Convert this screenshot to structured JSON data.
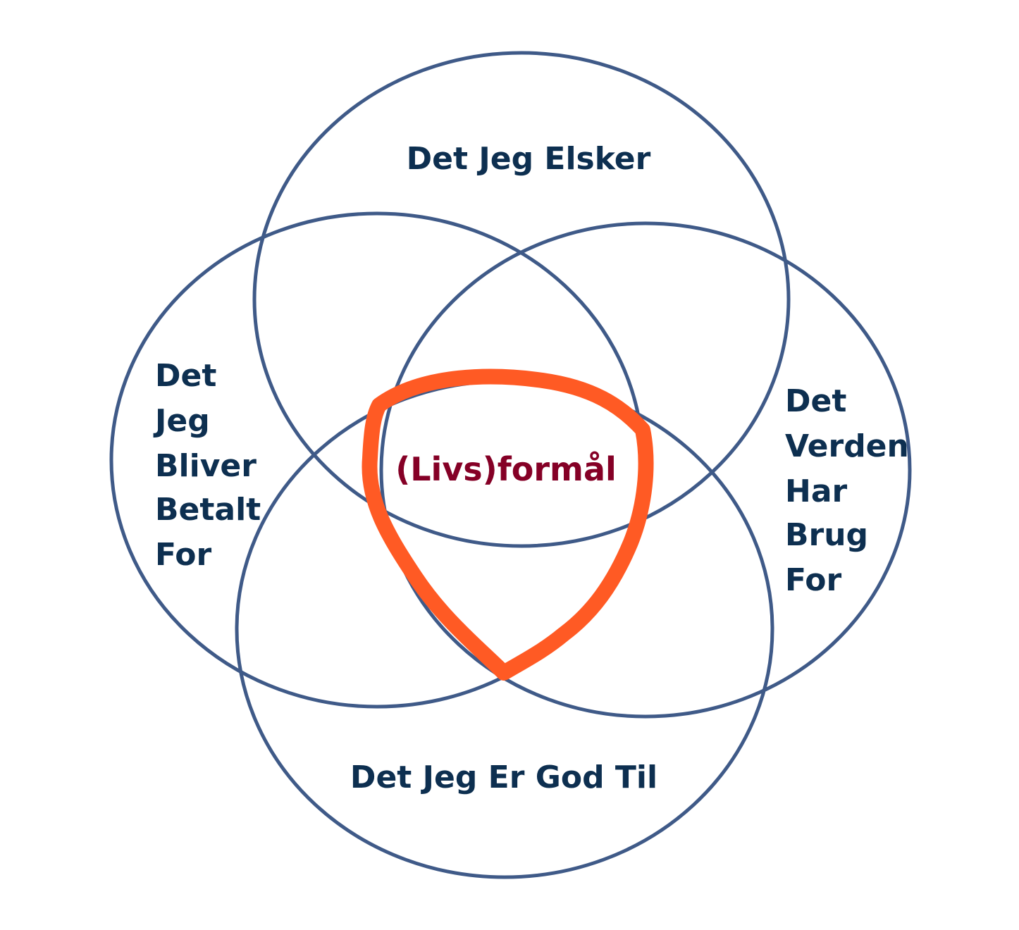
{
  "colors": {
    "circle_stroke": "#3f5a88",
    "highlight": "#ff5a24",
    "label_text": "#0d2f50",
    "center_text": "#850026"
  },
  "circles": {
    "top": {
      "label_lines": [
        "Det Jeg Elsker"
      ]
    },
    "left": {
      "label_lines": [
        "Det",
        "Jeg",
        "Bliver",
        "Betalt",
        "For"
      ]
    },
    "right": {
      "label_lines": [
        "Det",
        "Verden",
        "Har",
        "Brug",
        "For"
      ]
    },
    "bottom": {
      "label_lines": [
        "Det Jeg Er God Til"
      ]
    }
  },
  "center": {
    "label": "(Livs)formål"
  }
}
